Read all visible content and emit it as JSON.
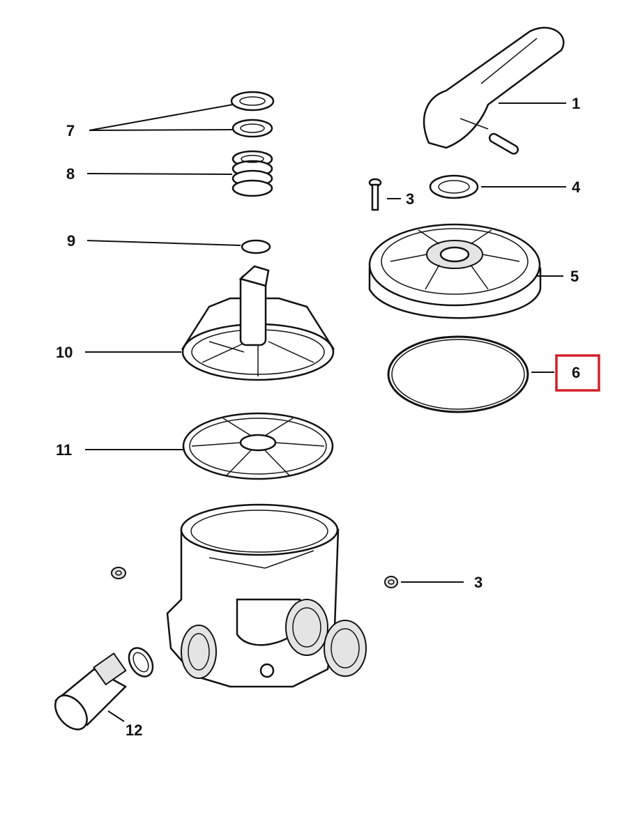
{
  "diagram": {
    "labels": {
      "handle": "1",
      "screw": "3",
      "washer": "4",
      "cover": "5",
      "cover_gasket": "6",
      "o_rings": "7",
      "spring": "8",
      "small_o_ring": "9",
      "rotor": "10",
      "spider_gasket": "11",
      "nut": "3",
      "drain_plug": "12"
    },
    "highlight": {
      "part": "6",
      "color": "#d0202a"
    }
  }
}
